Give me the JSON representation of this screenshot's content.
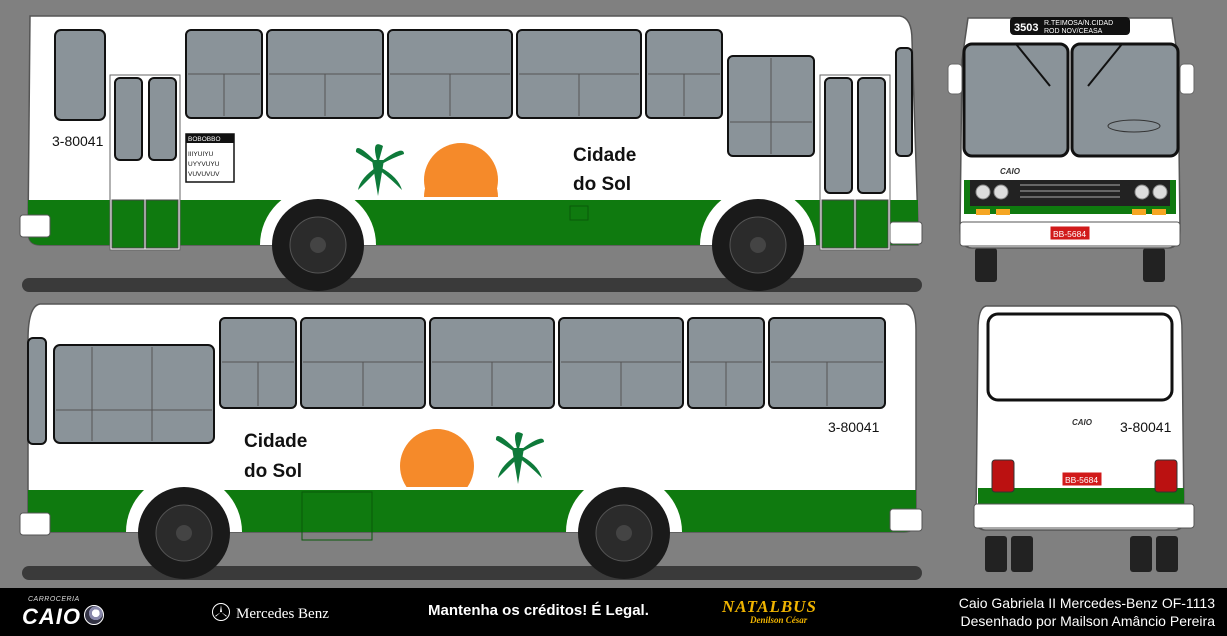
{
  "bus": {
    "fleet_number": "3-80041",
    "brand_line1": "Cidade",
    "brand_line2": "do Sol",
    "route_number": "3503",
    "route_line1": "R.TEIMOSA/N.CIDAD",
    "route_line2": "ROD NOV/CEASA",
    "plate": "BB-5684",
    "body_badge": "CAIO",
    "side_sign_rows": [
      "BOBOBBO",
      "IIIYUIYU",
      "UYYVUYU",
      "VUVUVUV"
    ],
    "colors": {
      "white": "#ffffff",
      "green": "#0f7a0f",
      "glass": "#8a9399",
      "sun": "#f58a2a",
      "palm": "#0e7a3a",
      "plate": "#d11a1a"
    }
  },
  "footer": {
    "caio_small": "CARROCERIA",
    "caio": "CAIO",
    "mercedes": "Mercedes Benz",
    "credits": "Mantenha os créditos! É Legal.",
    "natalbus": "NATALBUS",
    "author_small": "Denilson César",
    "model_line": "Caio Gabriela II Mercedes-Benz OF-1113",
    "drawn_by": "Desenhado por Mailson Amâncio Pereira"
  }
}
